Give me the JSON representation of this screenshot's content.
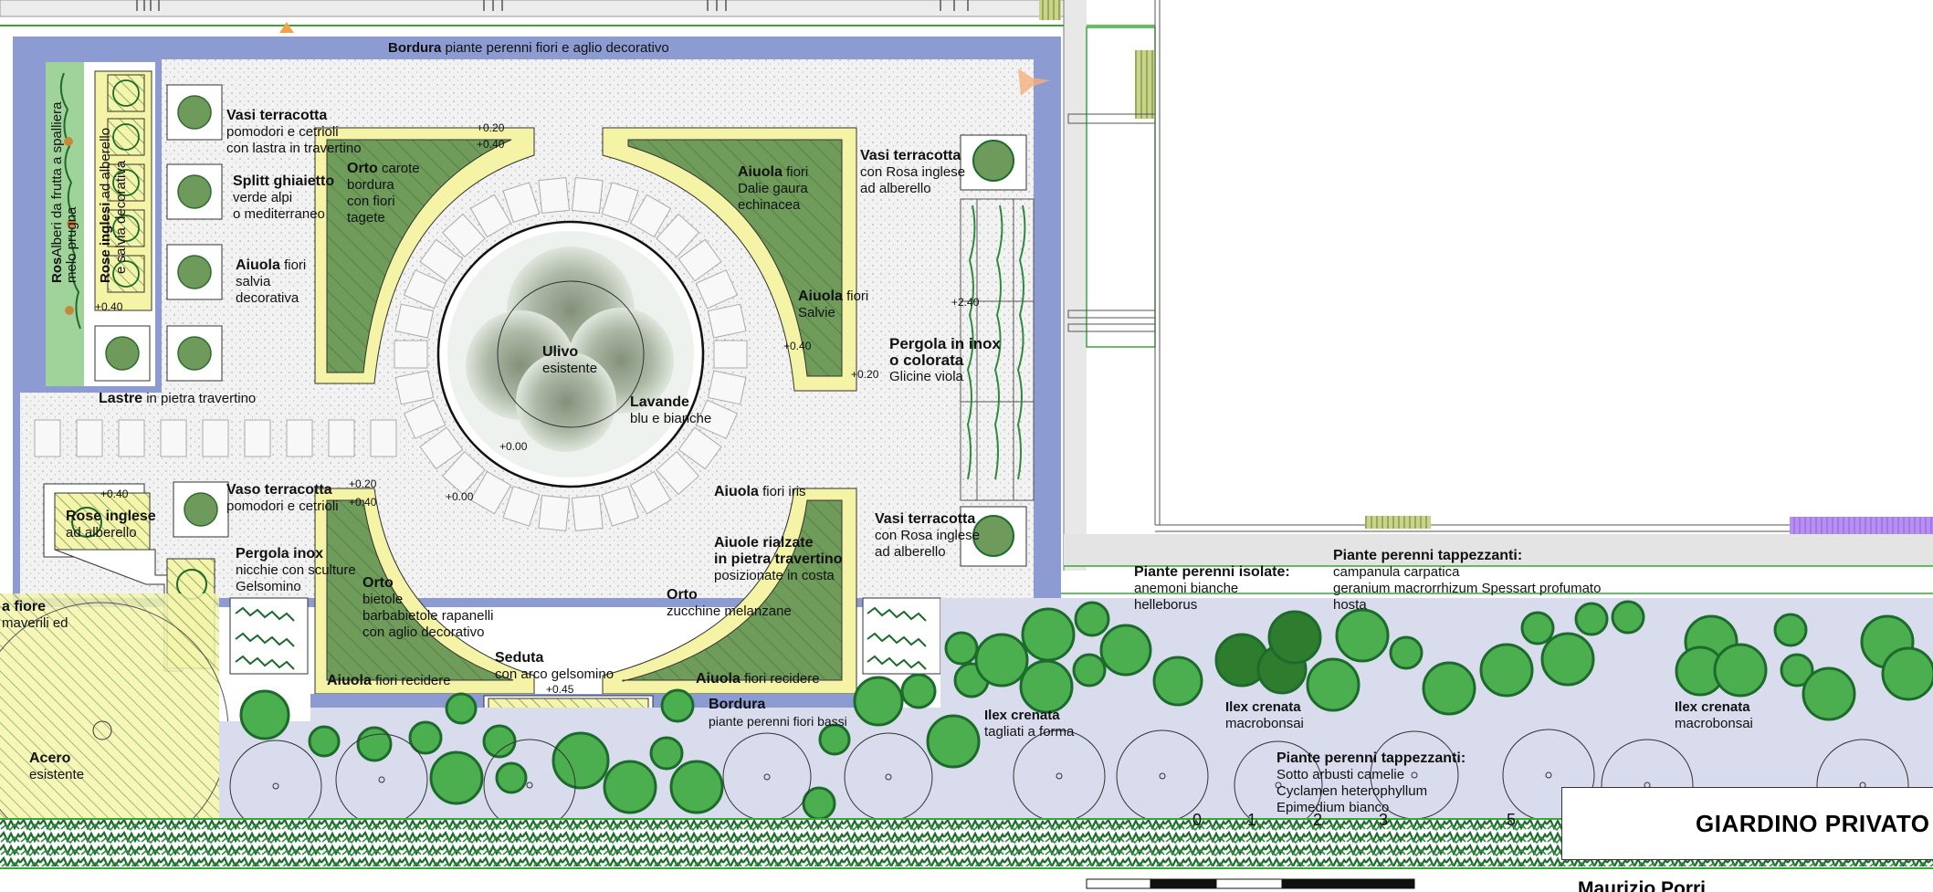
{
  "title_block": {
    "title": "GIARDINO PRIVATO",
    "author": "Maurizio Porri"
  },
  "colors": {
    "border_blue": "#8c9bd1",
    "paving": "#f0f0f0",
    "bed_green": "#6e9a5c",
    "bed_yellow": "#f4f3a6",
    "tree_green": "#2e8b2e",
    "hedge_green": "#1c6b2c",
    "lawn_lilac": "#d8dced",
    "lavender_purple": "#b68ff0"
  },
  "labels": {
    "bordura_top": {
      "title": "Bordura",
      "text": "piante perenni fiori e aglio decorativo"
    },
    "vasi_1": {
      "title": "Vasi terracotta",
      "lines": [
        "pomodori e cetrioli",
        "con lastra in travertino"
      ]
    },
    "splitt": {
      "title": "Splitt ghiaietto",
      "lines": [
        "verde alpi",
        "o mediterraneo"
      ]
    },
    "aiuola_salvia": {
      "title": "Aiuola",
      "title_rest": "fiori",
      "lines": [
        "salvia",
        "decorativa"
      ]
    },
    "orto_carote": {
      "title": "Orto",
      "title_rest": "carote",
      "lines": [
        "bordura",
        "con fiori",
        "tagete"
      ]
    },
    "aiuola_dalie": {
      "title": "Aiuola",
      "title_rest": "fiori",
      "lines": [
        "Dalie gaura",
        "echinacea"
      ]
    },
    "vasi_rosa_1": {
      "title": "Vasi terracotta",
      "lines": [
        "con Rosa inglese",
        "ad alberello"
      ]
    },
    "aiuola_salvie": {
      "title": "Aiuola",
      "title_rest": "fiori",
      "lines": [
        "Salvie"
      ]
    },
    "pergola_inox": {
      "title": "Pergola in inox",
      "title2": "o colorata",
      "lines": [
        "Glicine viola"
      ]
    },
    "lastre": {
      "title": "Lastre",
      "text": "in pietra travertino"
    },
    "ulivo": {
      "title": "Ulivo",
      "lines": [
        "esistente"
      ]
    },
    "lavande": {
      "title": "Lavande",
      "lines": [
        "blu e bianche"
      ]
    },
    "vaso_2": {
      "title": "Vaso terracotta",
      "lines": [
        "pomodori e cetrioli"
      ]
    },
    "rose_inglese_2": {
      "title": "Rose inglese",
      "lines": [
        "ad alberello"
      ]
    },
    "pergola_inox_2": {
      "title": "Pergola inox",
      "lines": [
        "nicchie con sculture",
        "Gelsomino"
      ]
    },
    "aiuola_iris": {
      "title": "Aiuola",
      "title_rest": "fiori iris"
    },
    "aiuole_rialzate": {
      "title": "Aiuole rialzate",
      "title2": "in pietra travertino",
      "lines": [
        "posizionate in costa"
      ]
    },
    "vasi_rosa_2": {
      "title": "Vasi terracotta",
      "lines": [
        "con Rosa inglese",
        "ad alberello"
      ]
    },
    "orto_bietole": {
      "title": "Orto",
      "lines": [
        "bietole",
        "barbabietole rapanelli",
        "con aglio decorativo"
      ]
    },
    "orto_zucchine": {
      "title": "Orto",
      "lines": [
        "zucchine melanzane"
      ]
    },
    "seduta": {
      "title": "Seduta",
      "lines": [
        "con arco gelsomino"
      ]
    },
    "aiuola_recidere_1": {
      "title": "Aiuola",
      "title_rest": "fiori recidere"
    },
    "aiuola_recidere_2": {
      "title": "Aiuola",
      "title_rest": "fiori recidere"
    },
    "bordura_bottom": {
      "title": "Bordura",
      "lines": [
        "piante perenni fiori bassi"
      ]
    },
    "a_fiore": {
      "title": "a fiore",
      "lines": [
        "maverili ed"
      ]
    },
    "acero": {
      "title": "Acero",
      "lines": [
        "esistente"
      ]
    },
    "ilex_1": {
      "title": "Ilex crenata",
      "lines": [
        "tagliati a forma"
      ]
    },
    "ilex_2": {
      "title": "Ilex crenata",
      "lines": [
        "macrobonsai"
      ]
    },
    "ilex_3": {
      "title": "Ilex crenata",
      "lines": [
        "macrobonsai"
      ]
    },
    "perenni_isolate": {
      "title": "Piante perenni isolate:",
      "lines": [
        "anemoni bianche",
        "helleborus"
      ]
    },
    "perenni_tapp_1": {
      "title": "Piante perenni tappezzanti:",
      "lines": [
        "campanula carpatica",
        "geranium macrorrhizum Spessart profumato",
        "hosta"
      ]
    },
    "perenni_tapp_2": {
      "title": "Piante perenni tappezzanti:",
      "lines": [
        "Sotto arbusti camelie",
        "Cyclamen heterophyllum",
        "Epimedium bianco"
      ]
    },
    "ros_vert": {
      "title": "Ros",
      "text": "Alberi da frutta a spalliera",
      "text2": "melo prugna"
    },
    "rose_vert": {
      "title": "Rose inglesi",
      "text": "ad alberello",
      "text2": "e salvia decorativa"
    }
  },
  "elevations": [
    "+0.20",
    "+0.40",
    "+0.40",
    "+0.40",
    "+2.40",
    "+0.20",
    "+0.40",
    "+0.00",
    "+0.00",
    "+0.20",
    "+0.40",
    "+0.45"
  ],
  "scale_numbers": [
    "0",
    "1",
    "2",
    "3",
    "5"
  ]
}
